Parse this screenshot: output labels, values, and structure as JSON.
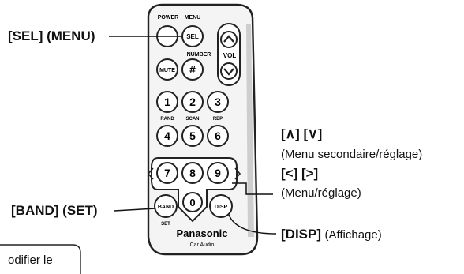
{
  "callouts": {
    "sel_menu": "[SEL] (MENU)",
    "band_set": "[BAND] (SET)",
    "arrows_up_down": "[∧] [∨]",
    "arrows_up_down_desc": "(Menu secondaire/réglage)",
    "arrows_left_right": "[<] [>]",
    "arrows_left_right_desc": "(Menu/réglage)",
    "disp_key": "[DISP]",
    "disp_desc": "(Affichage)"
  },
  "remote": {
    "brand": "Panasonic",
    "sub_brand": "Car Audio",
    "power_label": "POWER",
    "menu_label": "MENU",
    "sel_button": "SEL",
    "vol_label": "VOL",
    "mute_button": "MUTE",
    "number_label": "NUMBER",
    "hash_button": "#",
    "rand_label": "RAND",
    "scan_label": "SCAN",
    "rep_label": "REP",
    "keys": [
      "1",
      "2",
      "3",
      "4",
      "5",
      "6",
      "7",
      "8",
      "9",
      "0"
    ],
    "band_button": "BAND",
    "set_label": "SET",
    "disp_button": "DISP"
  },
  "partial_box_text": "odifier le"
}
